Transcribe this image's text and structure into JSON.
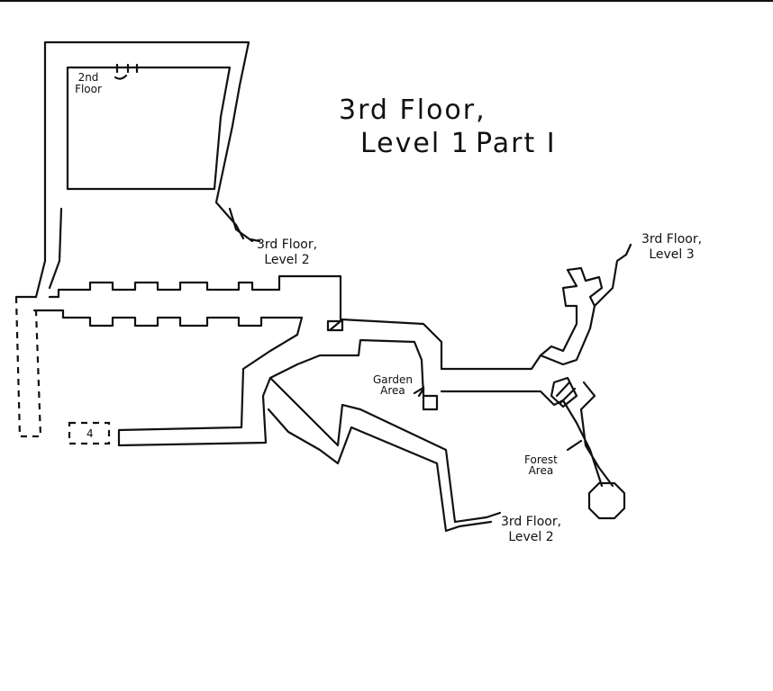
{
  "title": {
    "line1": "3rd Floor,",
    "line2_a": "Level 1",
    "line2_b": "Part I"
  },
  "labels": {
    "second_floor": "2nd Floor",
    "to_level2_top_line1": "3rd Floor,",
    "to_level2_top_line2": "Level 2",
    "to_level3_line1": "3rd Floor,",
    "to_level3_line2": "Level 3",
    "to_level2_bottom_line1": "3rd Floor,",
    "to_level2_bottom_line2": "Level 2",
    "garden_line1": "Garden",
    "garden_line2": "Area",
    "forest_line1": "Forest",
    "forest_line2": "Area",
    "room_number": "4"
  }
}
